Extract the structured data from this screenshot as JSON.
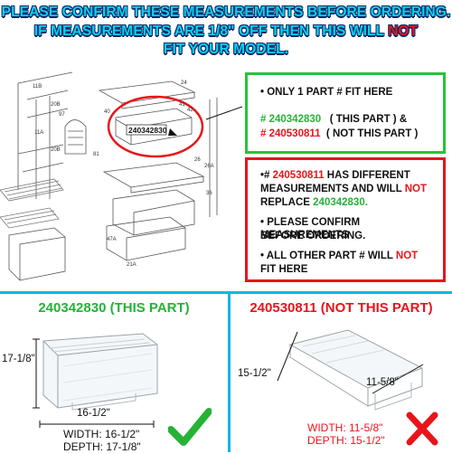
{
  "header": {
    "line1": "PLEASE CONFIRM THESE MEASUREMENTS BEFORE ORDERING.",
    "line2_pre": "IF MEASUREMENTS ARE 1/8\" OFF THEN THIS WILL ",
    "line2_red": "NOT",
    "line3": "FIT YOUR MODEL."
  },
  "diagram": {
    "callout_part": "240342830",
    "labels": [
      "11B",
      "20B",
      "97",
      "11A",
      "20B",
      "24",
      "40",
      "42",
      "41",
      "81",
      "26",
      "26A",
      "36",
      "47A",
      "21A"
    ]
  },
  "green_box": {
    "bullet1": "• ONLY 1 PART # FIT HERE",
    "part_a": "# 240342830",
    "part_a_note": "( THIS PART ) &",
    "part_b": "# 240530811",
    "part_b_note": "( NOT THIS PART )"
  },
  "red_box": {
    "l1_pre": "•# ",
    "l1_part": "240530811",
    "l1_post": " HAS DIFFERENT",
    "l2_pre": "MEASUREMENTS AND WILL ",
    "l2_red": "NOT",
    "l3_pre": "REPLACE ",
    "l3_part": "240342830.",
    "l4": "• PLEASE CONFIRM MEASUREMENTS",
    "l5": "BEFORE ORDERING.",
    "l6_pre": "• ALL OTHER PART # WILL ",
    "l6_red": "NOT",
    "l7": "FIT HERE"
  },
  "left_panel": {
    "title": "240342830 (THIS PART)",
    "depth_dim": "17-1/8\"",
    "width_dim": "16-1/2\"",
    "spec_width": "WIDTH: 16-1/2\"",
    "spec_depth": "DEPTH: 17-1/8\""
  },
  "right_panel": {
    "title": "240530811 (NOT THIS PART)",
    "depth_dim": "15-1/2\"",
    "width_dim": "11-5/8\"",
    "spec_width": "WIDTH: 11-5/8\"",
    "spec_depth": "DEPTH: 15-1/2\""
  },
  "colors": {
    "header_fill": "#0ad0f2",
    "header_outline": "#0a2a66",
    "green": "#25b336",
    "red": "#e8141b",
    "divider": "#0ab7e6"
  },
  "icons": {
    "check": "check-mark-icon",
    "x": "x-mark-icon"
  }
}
